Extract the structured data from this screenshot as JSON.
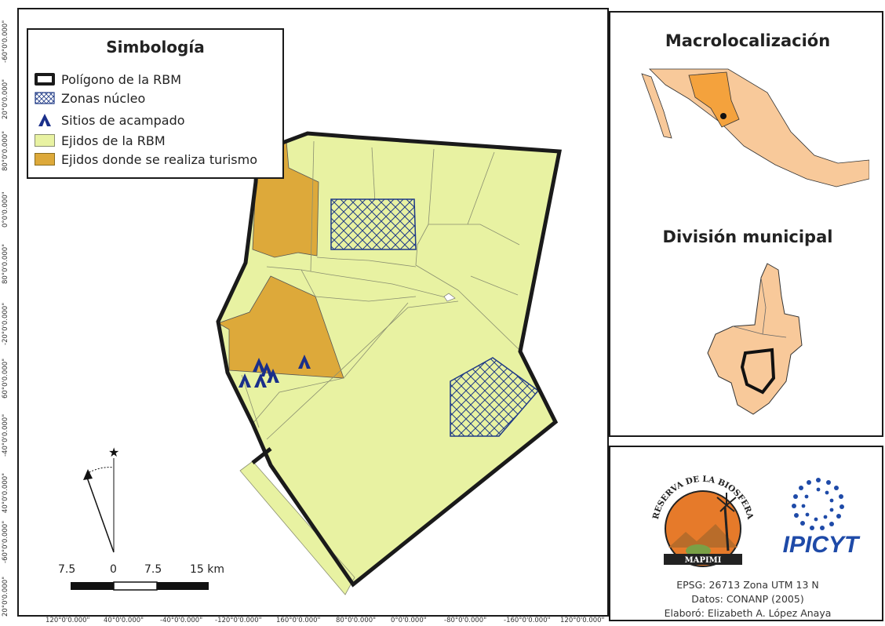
{
  "legend": {
    "title": "Simbología",
    "items": [
      {
        "label": "Polígono de la RBM",
        "symbol": "thick-outline"
      },
      {
        "label": "Zonas núcleo",
        "symbol": "crosshatch"
      },
      {
        "label": "Sitios de acampado",
        "symbol": "tent-icon"
      },
      {
        "label": "Ejidos de la RBM",
        "symbol": "fill"
      },
      {
        "label": "Ejidos donde se realiza turismo",
        "symbol": "fill"
      }
    ]
  },
  "colors": {
    "ejidos": "#e8f2a2",
    "turismo": "#dda93a",
    "zona_nucleo": "#1f3a86",
    "tent": "#1a2f8a",
    "macro_state": "#f4a23d",
    "macro_land": "#f8c99a",
    "border": "#1a1a1a"
  },
  "scale_bar": {
    "labels": [
      "7.5",
      "0",
      "7.5",
      "15 km"
    ]
  },
  "left_coords": [
    "-60°0'0.000\"",
    "20°0'0.000\"",
    "80°0'0.000\"",
    "0°0'0.000\"",
    "80°0'0.000\"",
    "-20°0'0.000\"",
    "60°0'0.000\"",
    "-40°0'0.000\"",
    "40°0'0.000\"",
    "-60°0'0.000\"",
    "20°0'0.000\""
  ],
  "bottom_coords": [
    "120°0'0.000\"",
    "40°0'0.000\"",
    "-40°0'0.000\"",
    "-120°0'0.000\"",
    "160°0'0.000\"",
    "80°0'0.000\"",
    "0°0'0.000\"",
    "-80°0'0.000\"",
    "-160°0'0.000\"",
    "120°0'0.000\""
  ],
  "macro": {
    "title": "Macrolocalización"
  },
  "municipal": {
    "title": "División municipal"
  },
  "logos": {
    "reserva_arc": "RESERVA DE LA BIOSFERA",
    "reserva_name": "MAPIMI",
    "ipicyt": "IPICYT"
  },
  "credits": {
    "epsg": "EPSG: 26713  Zona UTM 13 N",
    "datos": "Datos: CONANP (2005)",
    "elaboro": "Elaboró: Elizabeth A. López Anaya"
  }
}
